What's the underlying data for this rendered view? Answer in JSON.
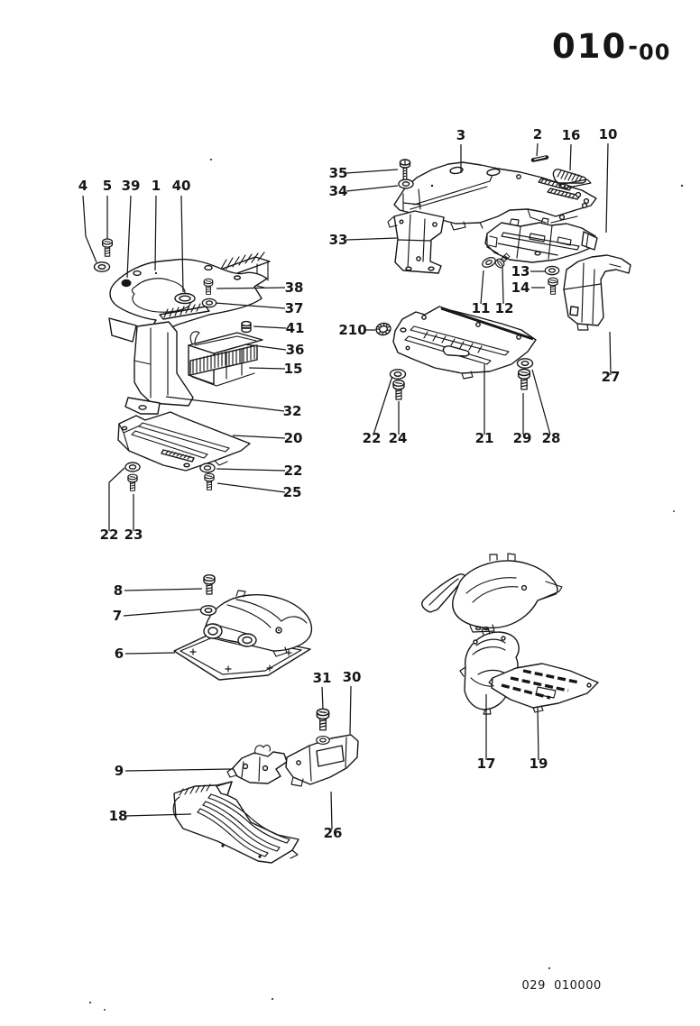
{
  "page": {
    "header": {
      "code_main": "010",
      "separator": "-",
      "code_suffix": "00"
    },
    "footer": {
      "fiche_code": "029  010000"
    }
  },
  "glyphs": {
    "washer": "flat-washer-double-ellipse",
    "bolt": "hex-bolt-with-thread-hatching",
    "screw": "slotted-pan-screw-with-thread-hatching",
    "cap_nut": "striped-cap-nut",
    "grommet": "ribbed-grommet-ring",
    "dark_grommet": "solid-filled-grommet",
    "pin": "cylindrical-pin"
  },
  "ink_color": "#161616",
  "paper_color": "#ffffff",
  "callouts": [
    {
      "label": "4"
    },
    {
      "label": "5"
    },
    {
      "label": "39"
    },
    {
      "label": "1"
    },
    {
      "label": "40"
    },
    {
      "label": "38"
    },
    {
      "label": "37"
    },
    {
      "label": "41"
    },
    {
      "label": "36"
    },
    {
      "label": "15"
    },
    {
      "label": "32"
    },
    {
      "label": "20"
    },
    {
      "label": "22"
    },
    {
      "label": "25"
    },
    {
      "label": "22"
    },
    {
      "label": "23"
    },
    {
      "label": "35"
    },
    {
      "label": "34"
    },
    {
      "label": "3"
    },
    {
      "label": "2"
    },
    {
      "label": "16"
    },
    {
      "label": "10"
    },
    {
      "label": "33"
    },
    {
      "label": "13"
    },
    {
      "label": "14"
    },
    {
      "label": "11"
    },
    {
      "label": "12"
    },
    {
      "label": "210"
    },
    {
      "label": "27"
    },
    {
      "label": "22"
    },
    {
      "label": "24"
    },
    {
      "label": "21"
    },
    {
      "label": "29"
    },
    {
      "label": "28"
    },
    {
      "label": "8"
    },
    {
      "label": "7"
    },
    {
      "label": "6"
    },
    {
      "label": "31"
    },
    {
      "label": "30"
    },
    {
      "label": "9"
    },
    {
      "label": "18"
    },
    {
      "label": "26"
    },
    {
      "label": "17"
    },
    {
      "label": "19"
    }
  ]
}
